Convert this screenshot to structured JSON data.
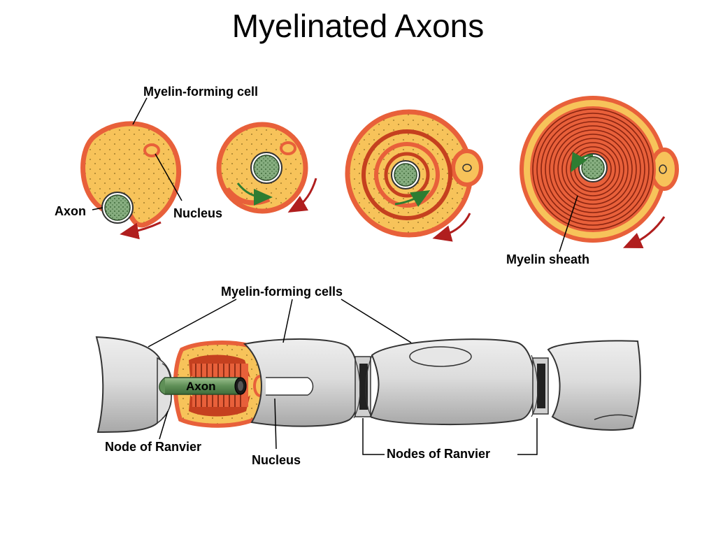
{
  "title": "Myelinated Axons",
  "top_panel": {
    "labels": {
      "myelin_forming_cell": "Myelin-forming cell",
      "axon": "Axon",
      "nucleus": "Nucleus",
      "myelin_sheath": "Myelin sheath"
    }
  },
  "bottom_panel": {
    "labels": {
      "myelin_forming_cells": "Myelin-forming cells",
      "axon": "Axon",
      "node_of_ranvier": "Node of Ranvier",
      "nucleus": "Nucleus",
      "nodes_of_ranvier": "Nodes of Ranvier"
    }
  },
  "colors": {
    "cytoplasm": "#f7c35a",
    "membrane": "#e8603a",
    "myelin_dark": "#c5401f",
    "axon_fill": "#7fa67a",
    "axon_dots": "#3e6a3a",
    "arrow_red": "#b01e1e",
    "arrow_green": "#2e7d32",
    "sheath_gray": "#d4d4d4",
    "sheath_shadow": "#9c9c9c"
  }
}
